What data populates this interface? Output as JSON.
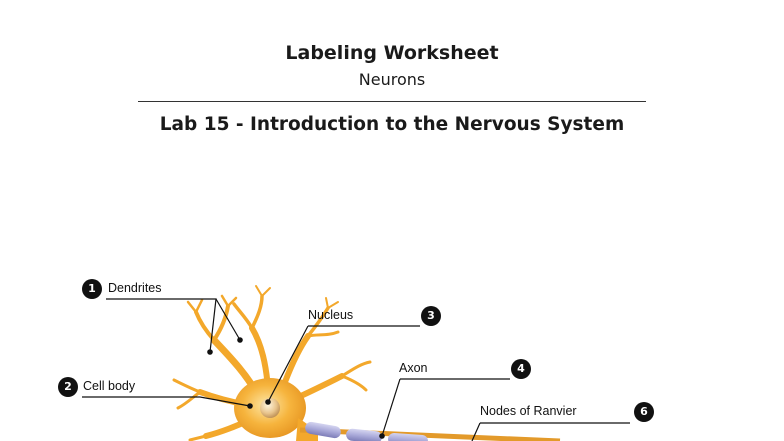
{
  "header": {
    "title": "Labeling Worksheet",
    "subtitle": "Neurons",
    "lab_title": "Lab 15 - Introduction to the Nervous System"
  },
  "labels": [
    {
      "number": "1",
      "text": "Dendrites"
    },
    {
      "number": "2",
      "text": "Cell body"
    },
    {
      "number": "3",
      "text": "Nucleus"
    },
    {
      "number": "4",
      "text": "Axon"
    },
    {
      "number": "6",
      "text": "Nodes of Ranvier"
    }
  ],
  "colors": {
    "neuron_body": "#f3a82b",
    "neuron_light": "#f8cd6c",
    "myelin": "#a9a9d9",
    "axon_core": "#e39a2a",
    "badge": "#111111",
    "leader_line": "#111111"
  }
}
